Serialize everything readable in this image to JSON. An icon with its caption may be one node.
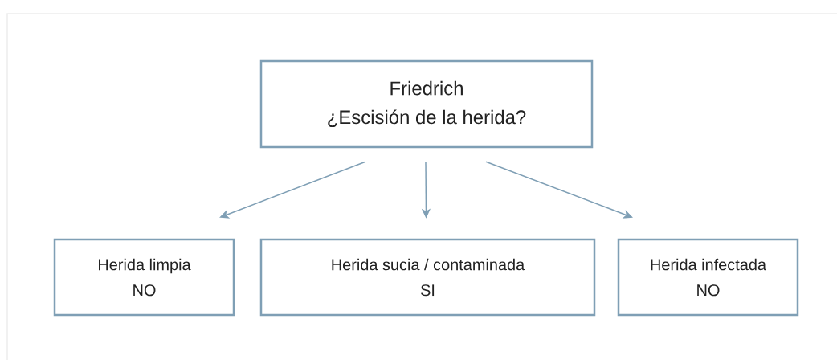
{
  "diagram": {
    "nodes": [
      {
        "text": [
          "Friedrich",
          "¿Escisión de la herida?"
        ]
      },
      {
        "text": [
          "Herida limpia",
          "NO"
        ]
      },
      {
        "text": [
          "Herida sucia / contaminada",
          "SI"
        ]
      },
      {
        "text": [
          "Herida infectada",
          "NO"
        ]
      }
    ],
    "edges": [
      {
        "from": 0,
        "to": 1,
        "arrow": "to"
      },
      {
        "from": 0,
        "to": 2,
        "arrow": "to"
      },
      {
        "from": 0,
        "to": 3,
        "arrow": "to"
      }
    ]
  }
}
